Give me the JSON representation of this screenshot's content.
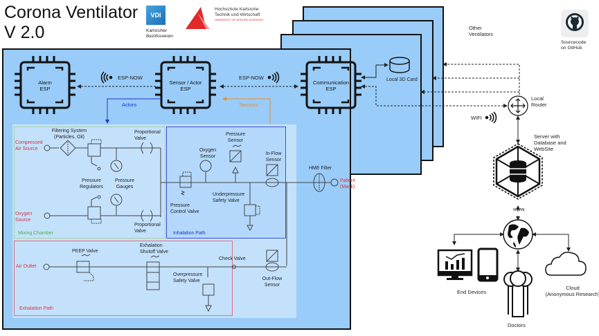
{
  "header": {
    "title_line1": "Corona Ventilator",
    "title_line2": "V 2.0",
    "vdi_logo_text": "VDI",
    "vdi_sub1": "Karlsruher",
    "vdi_sub2": "Bezirksverein",
    "hka_line1": "Hochschule Karlsruhe",
    "hka_line2": "Technik und Wirtschaft",
    "hka_line3": "UNIVERSITY OF APPLIED SCIENCES"
  },
  "github": {
    "label1": "Sourcecode",
    "label2": "on GitHub",
    "icon": "github-icon"
  },
  "other_ventilators": {
    "line1": "Other",
    "line2": "Ventilators"
  },
  "esp": {
    "alarm": {
      "line1": "Alarm",
      "line2": "ESP"
    },
    "sensor": {
      "line1": "Sensor / Actor",
      "line2": "ESP"
    },
    "comm": {
      "line1": "Communication",
      "line2": "ESP"
    },
    "espnow_left": "ESP-NOW",
    "espnow_right": "ESP-NOW",
    "actors": "Actors",
    "sensors": "Sensors",
    "sd_card": "Local 3D Card"
  },
  "network": {
    "router1": "Local",
    "router2": "Router",
    "wifi": "WIFI",
    "server1": "Server with",
    "server2": "Database and",
    "server3": "WebSite",
    "www": "www.",
    "end_devices": "End Devices",
    "doctors": "Doctors",
    "cloud1": "Cloud",
    "cloud2": "(Anonymous Research)"
  },
  "mixing": {
    "title": "Mixing Chamber",
    "filter1": "Filtering System",
    "filter2": "(Particles, Oil)",
    "air1": "Compressed",
    "air2": "Air Source",
    "oxy1": "Oxygen",
    "oxy2": "Source",
    "reg1": "Pressure",
    "reg2": "Regulators",
    "gauge1": "Pressure",
    "gauge2": "Gauges",
    "pv_top1": "Proportional",
    "pv_top2": "Valve",
    "pv_bot1": "Proportional",
    "pv_bot2": "Valve"
  },
  "inhalation": {
    "title": "Inhalation Path",
    "ps1": "Pressure",
    "ps2": "Sensor",
    "oxs1": "Oxygen",
    "oxs2": "Sensor",
    "inflow1": "In-Flow",
    "inflow2": "Sensor",
    "pcv1": "Pressure",
    "pcv2": "Control Valve",
    "usv1": "Underpressure",
    "usv2": "Safety Valve",
    "hme": "HME Filter",
    "patient1": "Patient",
    "patient2": "(Mask)"
  },
  "exhalation": {
    "title": "Exhalation Path",
    "outlet": "Air Outlet",
    "peep": "PEEP Valve",
    "esv1": "Exhalation",
    "esv2": "Shutoff Valve",
    "osv1": "Overpressure",
    "osv2": "Safety Valve",
    "check": "Check Valve",
    "outflow1": "Out-Flow",
    "outflow2": "Sensor"
  }
}
